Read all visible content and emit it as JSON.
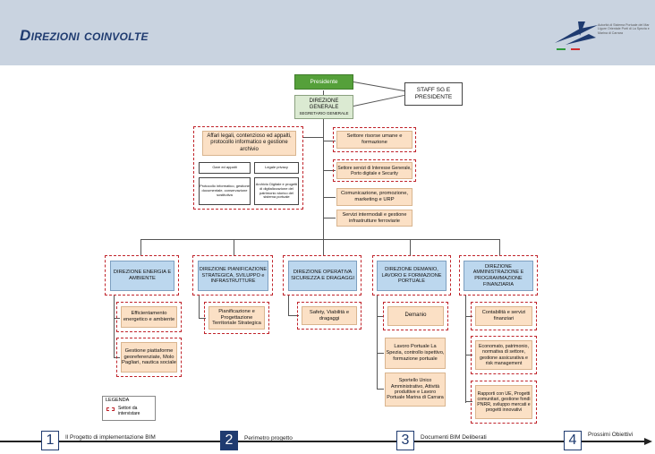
{
  "header": {
    "title": "Direzioni coinvolte"
  },
  "logo": {
    "text": "Autorità di Sistema Portuale del Mar Ligure Orientale Porti di La Spezia e Marina di Carrara"
  },
  "org": {
    "presidente": "Presidente",
    "staff": "STAFF SG E PRESIDENTE",
    "dg_line1": "DIREZIONE GENERALE",
    "dg_line2": "SEGRETARIO GENERALE",
    "affari": "Affari legali, contenzioso ed appalti, protocollo informatico e gestione archivio",
    "gare": "Gare ed appalti",
    "privacy": "Legale privacy",
    "protocollo": "Protocollo informatico, gestione documentale, conservazione sostitutiva",
    "archivio": "Archivio Digitale e progetti di digitalizzazione del patrimonio storico del sistema portuale",
    "risorse": "Settore risorse umane e formazione",
    "servizi_generali": "Settore servizi di Interesse Generale, Porto digitale e Security",
    "comunicazione": "Comunicazione, promozione, marketing e URP",
    "intermodali": "Servizi intermodali e gestione infrastrutture ferroviarie",
    "dir_energia": "DIREZIONE ENERGIA E AMBIENTE",
    "dir_pianificazione": "DIREZIONE PIANIFICAZIONE STRATEGICA, SVILUPPO e INFRASTRUTTURE",
    "dir_operativa": "DIREZIONE OPERATIVA SICUREZZA E DRAGAGGI",
    "dir_demanio": "DIREZIONE DEMANIO, LAVORO E FORMAZIONE PORTUALE",
    "dir_amministrazione": "DIREZIONE AMMINISTRAZIONE E PROGRAMMAZIONE FINANZIARIA",
    "efficientamento": "Efficientamento energetico e ambiente",
    "gestione_piattaforme": "Gestione piattaforme georeferenziate, Molo Pagliari, nautica sociale",
    "pianificazione_progettazione": "Pianificazione e Progettazione Territoriale Strategica",
    "safety": "Safety, Viabilità e dragaggi",
    "demanio": "Demanio",
    "lavoro_portuale": "Lavoro Portuale La Spezia, controllo ispettivo, formazione portuale",
    "sportello": "Sportello Unico Amministrativo, Attività produttive e Lavoro Portuale Marina di Carrara",
    "contabilita": "Contabilità e servizi finanziari",
    "economato": "Economato, patrimonio, normativa di settore, gestione assicurativa e risk management",
    "rapporti_ue": "Rapporti con UE, Progetti comunitari, gestione fondi PNRR, sviluppo mercati e progetti innovativi"
  },
  "legend": {
    "title": "LEGENDA",
    "item": "Settori da intervistare"
  },
  "nav": {
    "steps": [
      {
        "num": "1",
        "label": "Il Progetto di implementazione BIM"
      },
      {
        "num": "2",
        "label": "Perimetro progetto"
      },
      {
        "num": "3",
        "label": "Documenti BIM Deliberati"
      },
      {
        "num": "4",
        "label": "Prossimi Obiettivi"
      }
    ]
  },
  "colors": {
    "navy": "#1f3b70",
    "dash": "#c0242b",
    "orange": "#fbe0c5",
    "blue": "#bcd7ee",
    "green": "#55a03a"
  }
}
